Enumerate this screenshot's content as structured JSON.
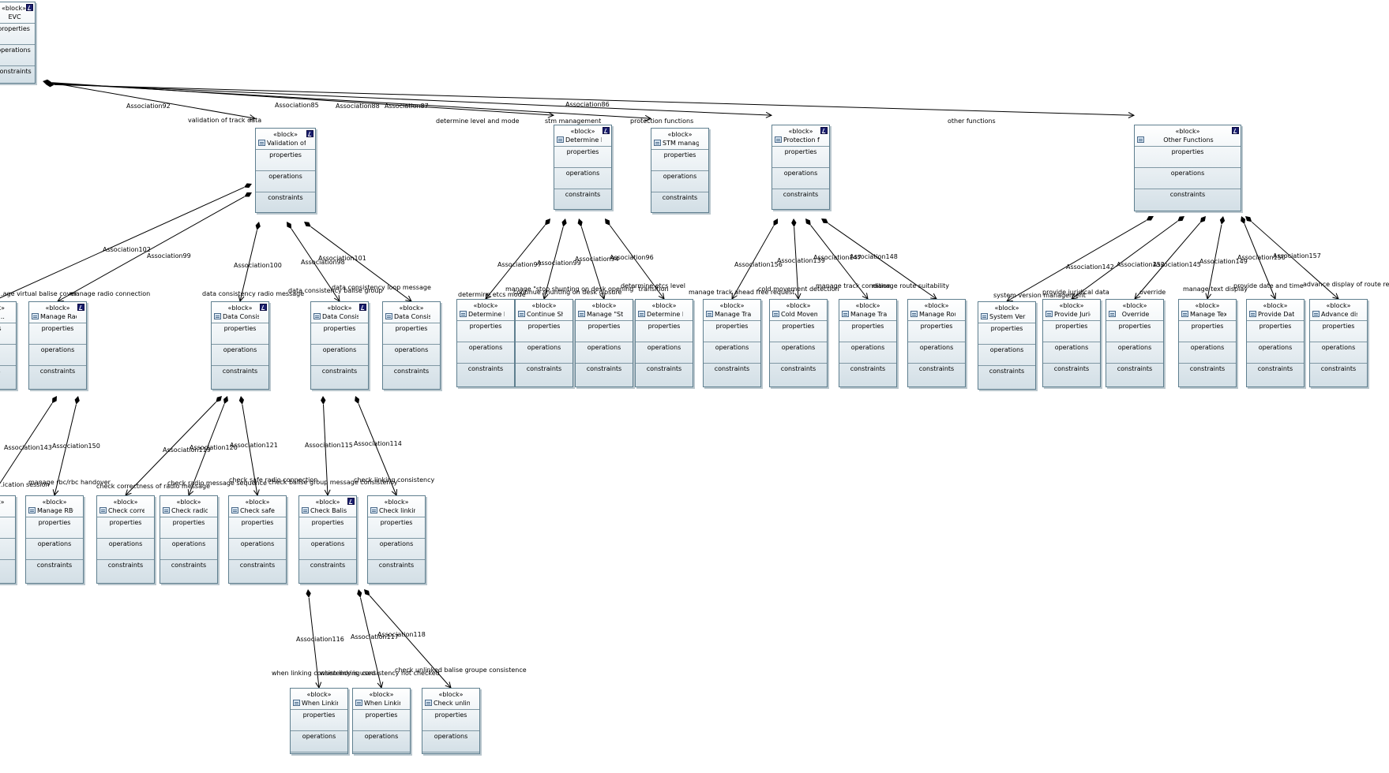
{
  "diagram": {
    "blocks": [
      {
        "id": "evc",
        "stereotype": "«block»",
        "name": "EVC",
        "properties": "properties",
        "operations": "operations",
        "constraints": "constraints",
        "diagram_icon": true,
        "block_icon": false
      },
      {
        "id": "validation",
        "stereotype": "«block»",
        "name": "Validation of ...",
        "properties": "properties",
        "operations": "operations",
        "constraints": "constraints",
        "diagram_icon": true,
        "block_icon": true
      },
      {
        "id": "determine",
        "stereotype": "«block»",
        "name": "Determine le...",
        "properties": "properties",
        "operations": "operations",
        "constraints": "constraints",
        "diagram_icon": true,
        "block_icon": true
      },
      {
        "id": "stm",
        "stereotype": "«block»",
        "name": "STM manage...",
        "properties": "properties",
        "operations": "operations",
        "constraints": "constraints",
        "diagram_icon": false,
        "block_icon": true
      },
      {
        "id": "protection",
        "stereotype": "«block»",
        "name": "Protection fu...",
        "properties": "properties",
        "operations": "operations",
        "constraints": "constraints",
        "diagram_icon": true,
        "block_icon": true
      },
      {
        "id": "other",
        "stereotype": "«block»",
        "name": "Other Functions",
        "properties": "properties",
        "operations": "operations",
        "constraints": "constraints",
        "diagram_icon": true,
        "block_icon": true
      },
      {
        "id": "virtual",
        "stereotype": "«block»",
        "name": "...irtu...",
        "properties": "...ties",
        "operations": "...ns",
        "constraints": "...nts",
        "diagram_icon": false,
        "block_icon": false
      },
      {
        "id": "radio",
        "stereotype": "«block»",
        "name": "Manage Radi...",
        "properties": "properties",
        "operations": "operations",
        "constraints": "constraints",
        "diagram_icon": true,
        "block_icon": true
      },
      {
        "id": "dc1",
        "stereotype": "«block»",
        "name": "Data Consist...",
        "properties": "properties",
        "operations": "operations",
        "constraints": "constraints",
        "diagram_icon": true,
        "block_icon": true
      },
      {
        "id": "dc2",
        "stereotype": "«block»",
        "name": "Data Consist...",
        "properties": "properties",
        "operations": "operations",
        "constraints": "constraints",
        "diagram_icon": true,
        "block_icon": true
      },
      {
        "id": "dc3",
        "stereotype": "«block»",
        "name": "Data Consist...",
        "properties": "properties",
        "operations": "operations",
        "constraints": "constraints",
        "diagram_icon": false,
        "block_icon": true
      },
      {
        "id": "det1",
        "stereotype": "«block»",
        "name": "Determine ET...",
        "properties": "properties",
        "operations": "operations",
        "constraints": "constraints",
        "diagram_icon": false,
        "block_icon": true
      },
      {
        "id": "cont",
        "stereotype": "«block»",
        "name": "Continue Sh...",
        "properties": "properties",
        "operations": "operations",
        "constraints": "constraints",
        "diagram_icon": false,
        "block_icon": true
      },
      {
        "id": "mstop",
        "stereotype": "«block»",
        "name": "Manage \"Sto...",
        "properties": "properties",
        "operations": "operations",
        "constraints": "constraints",
        "diagram_icon": false,
        "block_icon": true
      },
      {
        "id": "det2",
        "stereotype": "«block»",
        "name": "Determine ET...",
        "properties": "properties",
        "operations": "operations",
        "constraints": "constraints",
        "diagram_icon": false,
        "block_icon": true
      },
      {
        "id": "mtrac1",
        "stereotype": "«block»",
        "name": "Manage Trac...",
        "properties": "properties",
        "operations": "operations",
        "constraints": "constraints",
        "diagram_icon": false,
        "block_icon": true
      },
      {
        "id": "cold",
        "stereotype": "«block»",
        "name": "Cold Movem...",
        "properties": "properties",
        "operations": "operations",
        "constraints": "constraints",
        "diagram_icon": false,
        "block_icon": true
      },
      {
        "id": "mtrac2",
        "stereotype": "«block»",
        "name": "Manage Trac...",
        "properties": "properties",
        "operations": "operations",
        "constraints": "constraints",
        "diagram_icon": false,
        "block_icon": true
      },
      {
        "id": "mrou",
        "stereotype": "«block»",
        "name": "Manage Rou...",
        "properties": "properties",
        "operations": "operations",
        "constraints": "constraints",
        "diagram_icon": false,
        "block_icon": true
      },
      {
        "id": "sysver",
        "stereotype": "«block»",
        "name": "System Versi...",
        "properties": "properties",
        "operations": "operations",
        "constraints": "constraints",
        "diagram_icon": false,
        "block_icon": true
      },
      {
        "id": "jur",
        "stereotype": "«block»",
        "name": "Provide Juridi...",
        "properties": "properties",
        "operations": "operations",
        "constraints": "constraints",
        "diagram_icon": false,
        "block_icon": true
      },
      {
        "id": "ovr",
        "stereotype": "«block»",
        "name": "Override",
        "properties": "properties",
        "operations": "operations",
        "constraints": "constraints",
        "diagram_icon": false,
        "block_icon": true
      },
      {
        "id": "mtext",
        "stereotype": "«block»",
        "name": "Manage Text...",
        "properties": "properties",
        "operations": "operations",
        "constraints": "constraints",
        "diagram_icon": false,
        "block_icon": true
      },
      {
        "id": "pdate",
        "stereotype": "«block»",
        "name": "Provide Date ...",
        "properties": "properties",
        "operations": "operations",
        "constraints": "constraints",
        "diagram_icon": false,
        "block_icon": true
      },
      {
        "id": "adv",
        "stereotype": "«block»",
        "name": "Advance dis...",
        "properties": "properties",
        "operations": "operations",
        "constraints": "constraints",
        "diagram_icon": false,
        "block_icon": true
      },
      {
        "id": "edgeleft",
        "stereotype": "«block»",
        "name": "...",
        "properties": "...",
        "operations": "...",
        "constraints": "...",
        "diagram_icon": false,
        "block_icon": false
      },
      {
        "id": "rbc",
        "stereotype": "«block»",
        "name": "Manage RBC...",
        "properties": "properties",
        "operations": "operations",
        "constraints": "constraints",
        "diagram_icon": false,
        "block_icon": true
      },
      {
        "id": "checkc",
        "stereotype": "«block»",
        "name": "Check correc...",
        "properties": "properties",
        "operations": "operations",
        "constraints": "constraints",
        "diagram_icon": false,
        "block_icon": true
      },
      {
        "id": "checkr",
        "stereotype": "«block»",
        "name": "Check radio ...",
        "properties": "properties",
        "operations": "operations",
        "constraints": "constraints",
        "diagram_icon": false,
        "block_icon": true
      },
      {
        "id": "checks",
        "stereotype": "«block»",
        "name": "Check safe ra...",
        "properties": "properties",
        "operations": "operations",
        "constraints": "constraints",
        "diagram_icon": false,
        "block_icon": true
      },
      {
        "id": "checkb",
        "stereotype": "«block»",
        "name": "Check Balise ...",
        "properties": "properties",
        "operations": "operations",
        "constraints": "constraints",
        "diagram_icon": true,
        "block_icon": true
      },
      {
        "id": "checkl",
        "stereotype": "«block»",
        "name": "Check linkin...",
        "properties": "properties",
        "operations": "operations",
        "constraints": "constraints",
        "diagram_icon": false,
        "block_icon": true
      },
      {
        "id": "when1",
        "stereotype": "«block»",
        "name": "When Linkin...",
        "properties": "properties",
        "operations": "operations",
        "constraints": "",
        "diagram_icon": false,
        "block_icon": true
      },
      {
        "id": "when2",
        "stereotype": "«block»",
        "name": "When Linkin...",
        "properties": "properties",
        "operations": "operations",
        "constraints": "",
        "diagram_icon": false,
        "block_icon": true
      },
      {
        "id": "checku",
        "stereotype": "«block»",
        "name": "Check unlink...",
        "properties": "properties",
        "operations": "operations",
        "constraints": "",
        "diagram_icon": false,
        "block_icon": true
      }
    ],
    "connections": [
      {
        "from": "evc",
        "to": "validation",
        "name": "Association92",
        "role": "validation of track data"
      },
      {
        "from": "evc",
        "to": "determine",
        "name": "Association85",
        "role": "determine level and mode"
      },
      {
        "from": "evc",
        "to": "stm",
        "name": "Association88",
        "role": "stm management"
      },
      {
        "from": "evc",
        "to": "protection",
        "name": "Association87",
        "role": "protection functions"
      },
      {
        "from": "evc",
        "to": "other",
        "name": "Association86",
        "role": "other functions"
      },
      {
        "from": "validation",
        "to": "virtual",
        "name": "Association102",
        "role": "...age virtual balise cover"
      },
      {
        "from": "validation",
        "to": "radio",
        "name": "Association99",
        "role": "manage radio connection"
      },
      {
        "from": "validation",
        "to": "dc1",
        "name": "Association100",
        "role": "data consistency radio message"
      },
      {
        "from": "validation",
        "to": "dc2",
        "name": "Association98",
        "role": "data consistency balise group"
      },
      {
        "from": "validation",
        "to": "dc3",
        "name": "Association101",
        "role": "data consistency loop message"
      },
      {
        "from": "determine",
        "to": "det1",
        "name": "Association97",
        "role": "determine etcs mode"
      },
      {
        "from": "determine",
        "to": "cont",
        "name": "Association99",
        "role": "continue shunting on desk closure"
      },
      {
        "from": "determine",
        "to": "mstop",
        "name": "Association94",
        "role": "manage \"stop shunting on desk opening\" transition"
      },
      {
        "from": "determine",
        "to": "det2",
        "name": "Association96",
        "role": "determine etcs level"
      },
      {
        "from": "protection",
        "to": "mtrac1",
        "name": "Association156",
        "role": "manage track ahead free request"
      },
      {
        "from": "protection",
        "to": "cold",
        "name": "Association139",
        "role": "cold movement detection"
      },
      {
        "from": "protection",
        "to": "mtrac2",
        "name": "Association147",
        "role": "manage track condition"
      },
      {
        "from": "protection",
        "to": "mrou",
        "name": "Association148",
        "role": "manage route suitability"
      },
      {
        "from": "other",
        "to": "sysver",
        "name": "Association142",
        "role": "system version management"
      },
      {
        "from": "other",
        "to": "jur",
        "name": "Association152",
        "role": "provide juridical data"
      },
      {
        "from": "other",
        "to": "ovr",
        "name": "Association145",
        "role": "override"
      },
      {
        "from": "other",
        "to": "mtext",
        "name": "Association149",
        "role": "manage text display"
      },
      {
        "from": "other",
        "to": "pdate",
        "name": "Association150",
        "role": "provide date and time"
      },
      {
        "from": "other",
        "to": "adv",
        "name": "Association157",
        "role": "advance display of route related information"
      },
      {
        "from": "radio",
        "to": "edgeleft",
        "name": "Association143",
        "role": "...ication session"
      },
      {
        "from": "radio",
        "to": "rbc",
        "name": "Association150",
        "role": "manage rbc/rbc handover"
      },
      {
        "from": "dc1",
        "to": "checkc",
        "name": "Association119",
        "role": "check correctness of radio message"
      },
      {
        "from": "dc1",
        "to": "checkr",
        "name": "Association120",
        "role": "check radio message sequence"
      },
      {
        "from": "dc1",
        "to": "checks",
        "name": "Association121",
        "role": "check safe radio connection"
      },
      {
        "from": "dc2",
        "to": "checkb",
        "name": "Association115",
        "role": "check balise group message consistency"
      },
      {
        "from": "dc2",
        "to": "checkl",
        "name": "Association114",
        "role": "check linking consistency"
      },
      {
        "from": "checkb",
        "to": "when1",
        "name": "Association116",
        "role": "when linking consistency is used"
      },
      {
        "from": "checkb",
        "to": "when2",
        "name": "Association117",
        "role": "when linking consistency not checked"
      },
      {
        "from": "checkb",
        "to": "checku",
        "name": "Association118",
        "role": "check unlinked balise groupe consistence"
      }
    ]
  }
}
